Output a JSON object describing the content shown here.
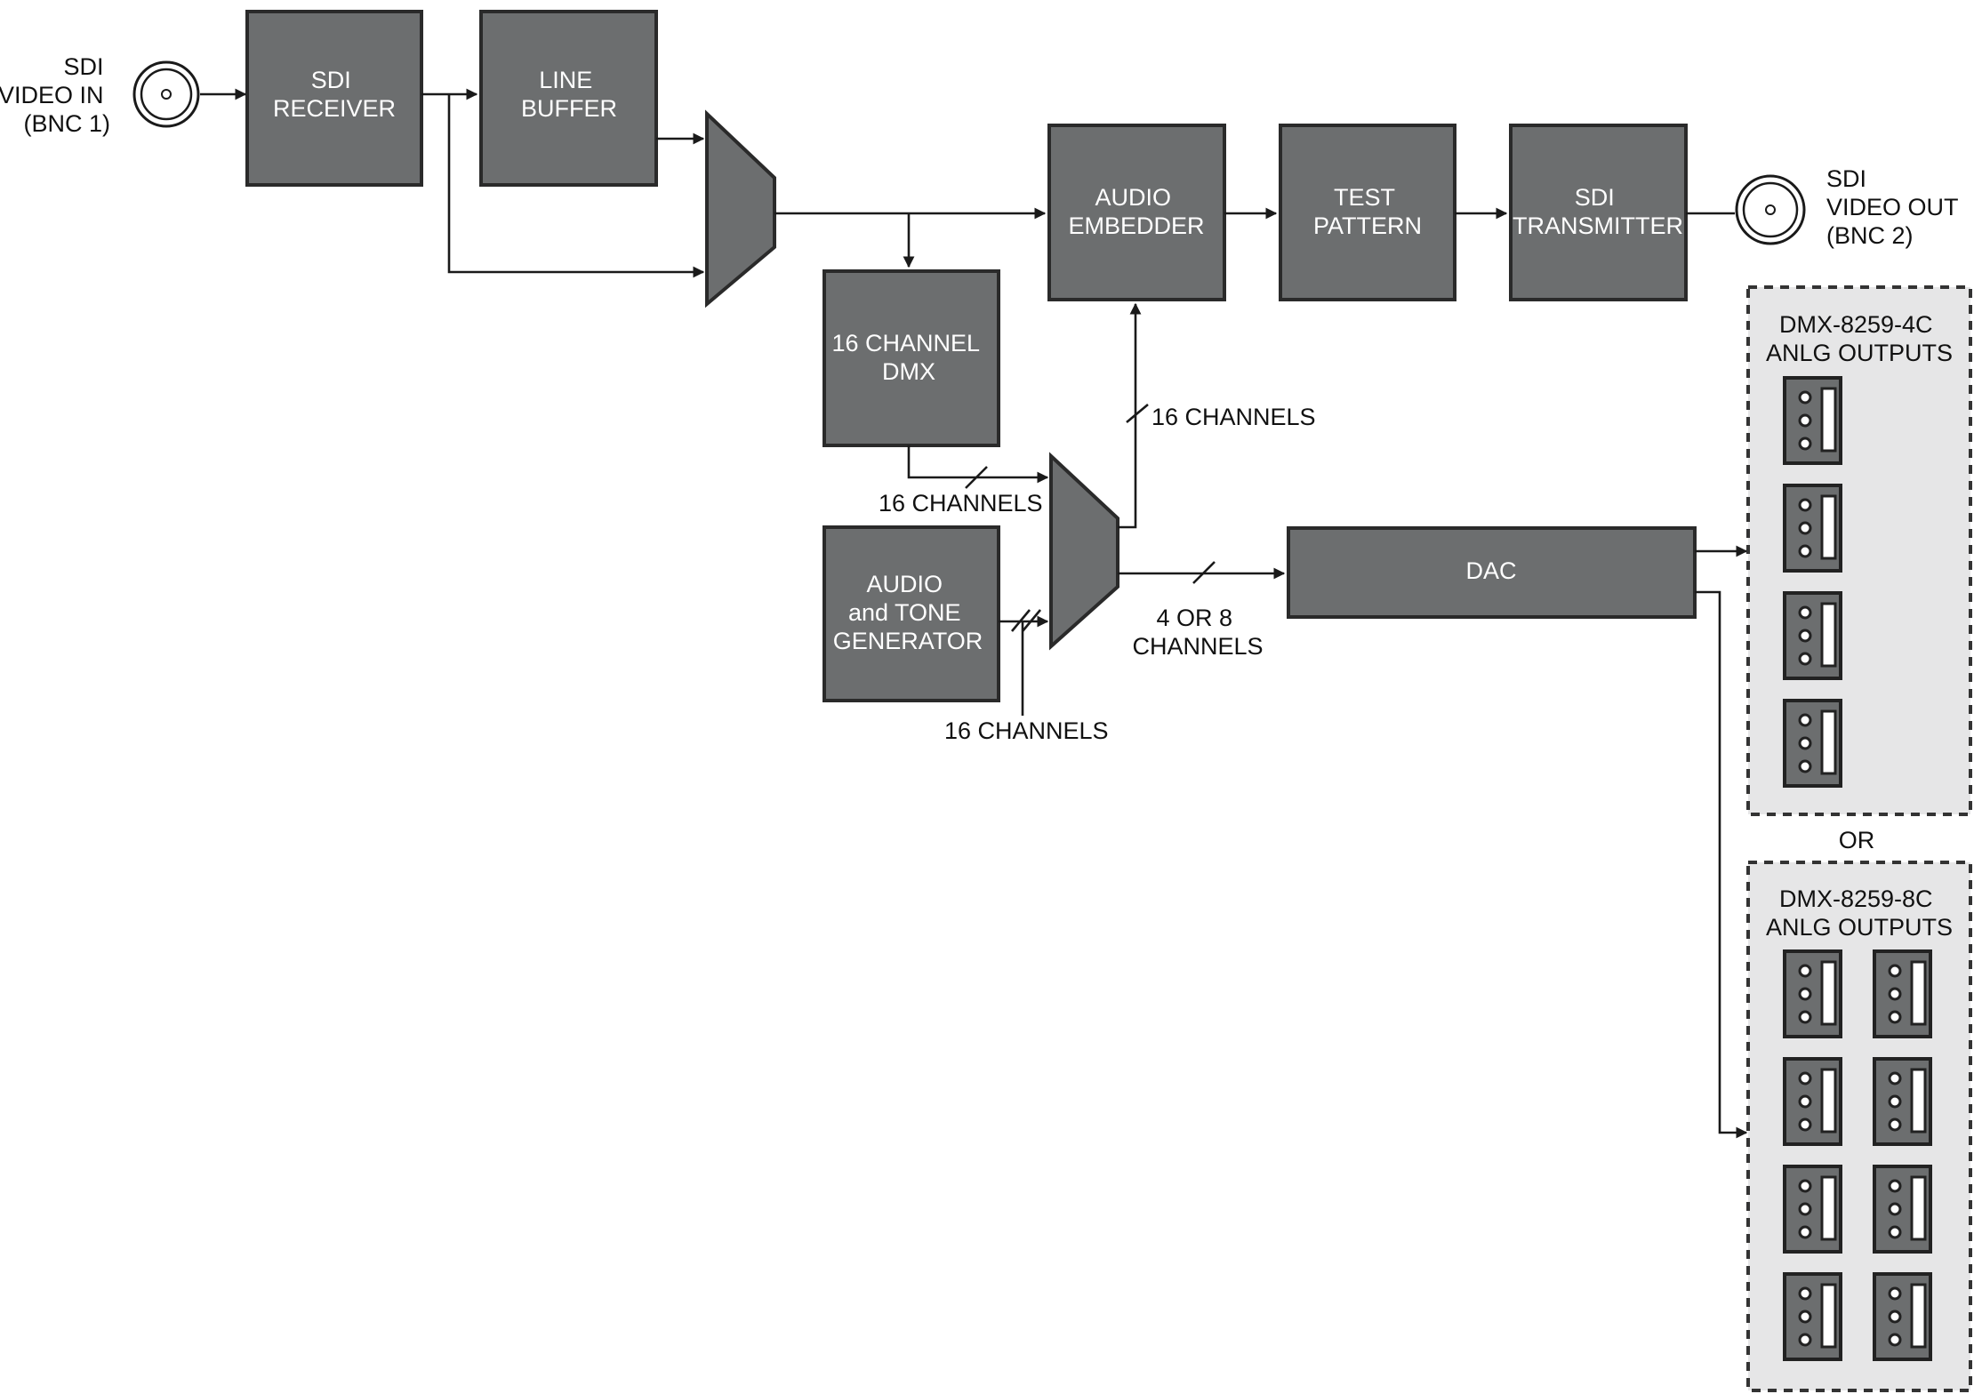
{
  "input": {
    "label_lines": [
      "SDI",
      "VIDEO IN",
      "(BNC 1)"
    ]
  },
  "output": {
    "label_lines": [
      "SDI",
      "VIDEO OUT",
      "(BNC 2)"
    ]
  },
  "blocks": {
    "sdi_receiver": [
      "SDI",
      "RECEIVER"
    ],
    "line_buffer": [
      "LINE",
      "BUFFER"
    ],
    "audio_embedder": [
      "AUDIO",
      "EMBEDDER"
    ],
    "test_pattern": [
      "TEST",
      "PATTERN"
    ],
    "sdi_transmitter": [
      "SDI",
      "TRANSMITTER"
    ],
    "dmx_16ch": [
      "16 CHANNEL",
      "DMX"
    ],
    "tone_generator": [
      "AUDIO",
      "and TONE",
      "GENERATOR"
    ],
    "dac": [
      "DAC"
    ]
  },
  "bus_labels": {
    "to_embedder": "16 CHANNELS",
    "from_dmx": "16 CHANNELS",
    "from_generator": "16 CHANNELS",
    "to_dac": [
      "4 OR 8",
      "CHANNELS"
    ]
  },
  "panels": {
    "four_channel": {
      "title": [
        "DMX-8259-4C",
        "ANLG OUTPUTS"
      ],
      "connector_count": 4
    },
    "separator": "OR",
    "eight_channel": {
      "title": [
        "DMX-8259-8C",
        "ANLG OUTPUTS"
      ],
      "connector_count": 8
    }
  },
  "colors": {
    "block_fill": "#6c6e6f",
    "panel_fill": "#e6e6e7",
    "line": "#1a1a1a",
    "block_text": "#ffffff"
  }
}
